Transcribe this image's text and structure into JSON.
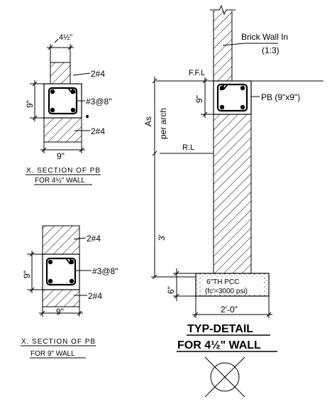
{
  "section_a": {
    "wall_width_label": "4½\"",
    "bar_top_label": "2#4",
    "stirrup_label": "#3@8\"",
    "bar_bottom_label": "2#4",
    "height_label": "9\"",
    "width_label": "9\"",
    "caption_line1": "X. SECTION  OF PB",
    "caption_line2": "FOR 4½\" WALL"
  },
  "section_b": {
    "bar_top_label": "2#4",
    "stirrup_label": "#3@8\"",
    "bar_bottom_label": "2#4",
    "height_label": "9\"",
    "width_label": "9\"",
    "caption_line1": "X. SECTION  OF PB",
    "caption_line2": "FOR 9\" WALL"
  },
  "detail": {
    "brick_label_line1": "Brick Wall In",
    "brick_label_line2": "(1:3)",
    "ffl_label": "F.F.L",
    "rl_label": "R.L",
    "pb_label": "PB (9\"x9\")",
    "pb_height_label": "9\"",
    "as_per_arch_line1": "As",
    "as_per_arch_line2": "per arch",
    "depth_label": "3'",
    "pcc_height_label": "6\"",
    "pcc_label_line1": "6\"TH PCC",
    "pcc_label_line2": "(fc'=3000 psi)",
    "footing_width_label": "2'-0\"",
    "title_line1": "TYP-DETAIL",
    "title_line2": "FOR 4½\" WALL"
  }
}
